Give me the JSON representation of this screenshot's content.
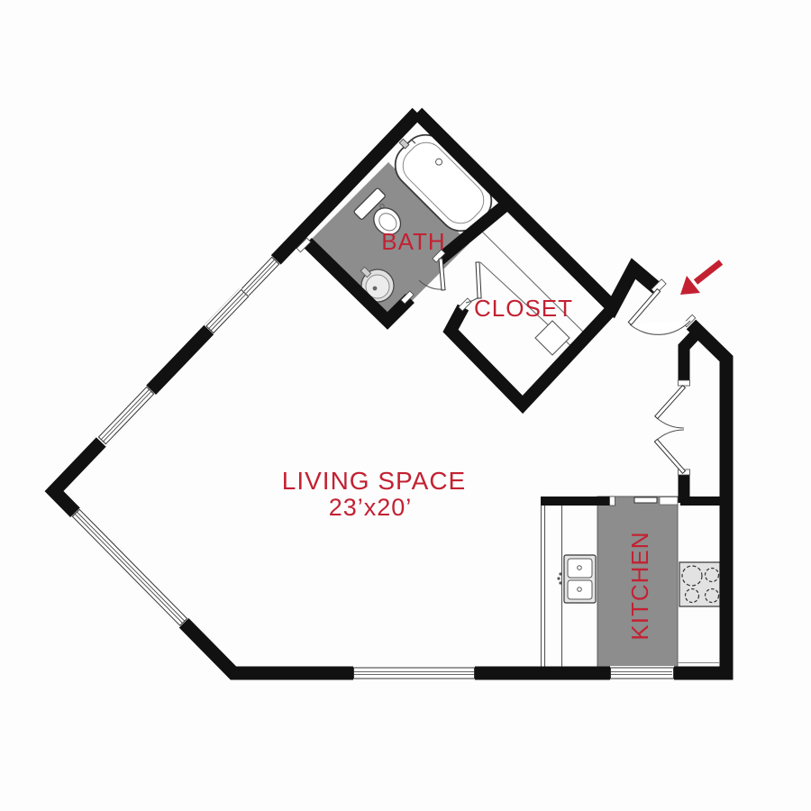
{
  "title": "Studio apartment floor plan",
  "rooms": {
    "bath": {
      "label": "BATH"
    },
    "closet": {
      "label": "CLOSET"
    },
    "living": {
      "label": "LIVING SPACE",
      "dimensions": "23’x20’"
    },
    "kitchen": {
      "label": "KITCHEN"
    }
  },
  "entry": {
    "marker": "red-arrow",
    "description": "entry door with swing arc"
  },
  "fixtures": [
    "bathtub",
    "toilet",
    "bath-sink",
    "closet-storage-box",
    "kitchen-double-sink",
    "stove-4-burner"
  ],
  "colors": {
    "label_red": "#c32132",
    "arrow_red": "#c32132",
    "wall_black": "#111111",
    "floor_gray": "#8d8d8d",
    "fixture_light": "#e6e6e6",
    "background": "#fdfdfd"
  }
}
